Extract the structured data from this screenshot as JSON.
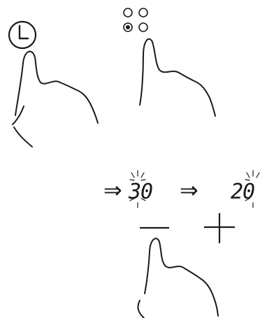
{
  "step1": {
    "control": "clock-icon"
  },
  "step2": {
    "control": "zone-selector-icon",
    "selected_zone_index": 2
  },
  "step3": {
    "arrow_symbol": "⇒",
    "display_values": [
      "30",
      "20"
    ],
    "minus_symbol": "—",
    "plus_symbol": "+"
  },
  "colors": {
    "ink": "#1a1a1a",
    "background": "#ffffff"
  }
}
